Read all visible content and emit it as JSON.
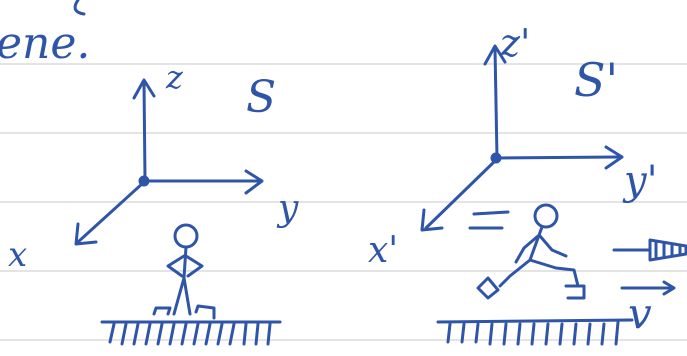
{
  "colors": {
    "paper": "#ffffff",
    "rule_line": "#c9c9c9",
    "ink": "#2f55a8"
  },
  "page": {
    "partial_top_text": "ene."
  },
  "frame_s": {
    "name": "S",
    "axis_z": "z",
    "axis_y": "y",
    "axis_x": "x"
  },
  "frame_s_prime": {
    "name": "S'",
    "axis_z": "z'",
    "axis_y": "y'",
    "axis_x": "x'"
  },
  "motion": {
    "velocity_label": "v"
  }
}
